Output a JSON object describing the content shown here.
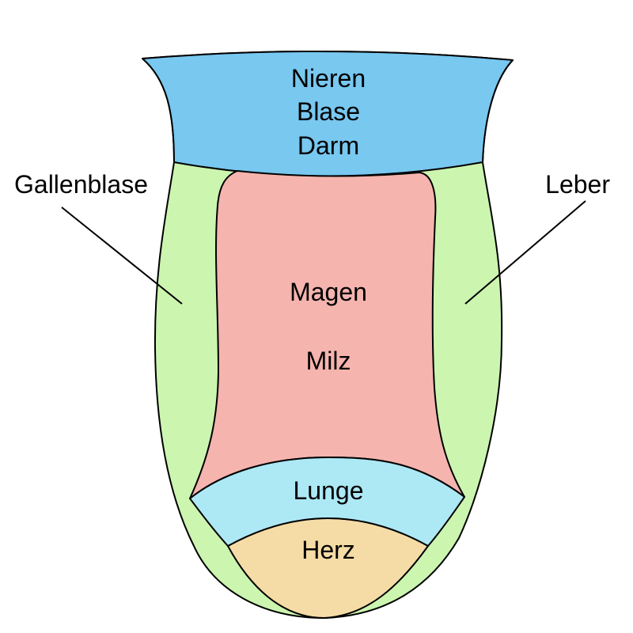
{
  "colors": {
    "outline": "#000000",
    "base_green": "#ccf5b0",
    "kidney_zone": "#78c8f0",
    "stomach_zone": "#f5b4ae",
    "lung_zone": "#ade8f5",
    "heart_zone": "#f5dca6"
  },
  "zones": {
    "back": {
      "lines": [
        "Nieren",
        "Blase",
        "Darm"
      ]
    },
    "center": {
      "line1": "Magen",
      "line2": "Milz"
    },
    "lung": {
      "label": "Lunge"
    },
    "heart": {
      "label": "Herz"
    }
  },
  "side_labels": {
    "left": "Gallenblase",
    "right": "Leber"
  }
}
